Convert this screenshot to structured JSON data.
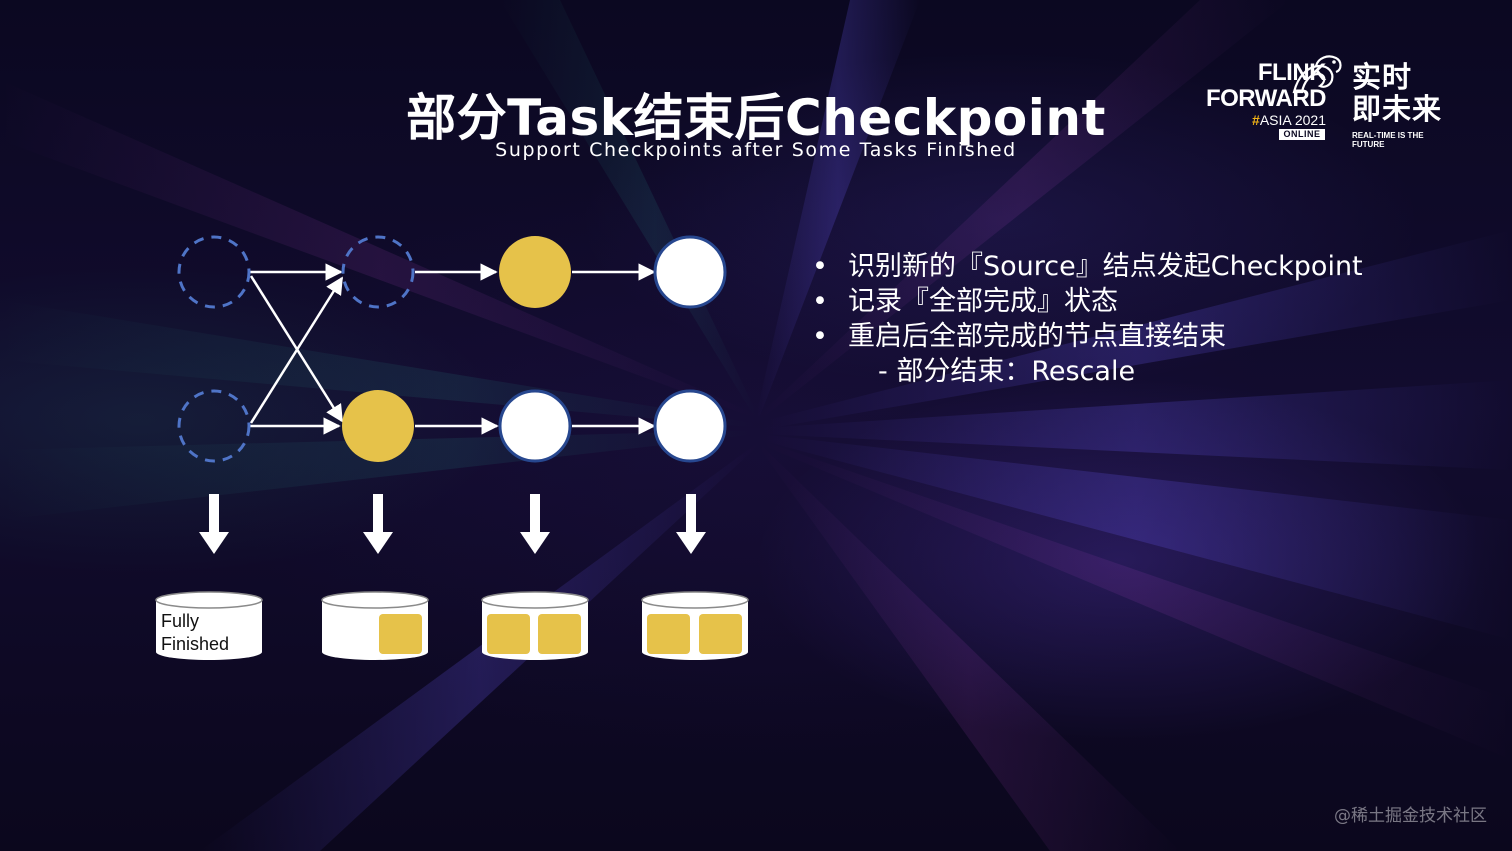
{
  "slide": {
    "title": "部分Task结束后Checkpoint",
    "subtitle": "Support Checkpoints after Some Tasks Finished"
  },
  "logo": {
    "line1": "FLINK",
    "line2": "FORWARD",
    "hash": "#",
    "edition": "ASIA 2021",
    "badge": "ONLINE",
    "cn_line1": "实时",
    "cn_line2": "即未来",
    "tagline": "REAL-TIME IS THE FUTURE"
  },
  "diagram": {
    "db_label_line1": "Fully",
    "db_label_line2": "Finished",
    "colors": {
      "finished_node": "#e6c24a",
      "running_node": "#ffffff",
      "node_border": "#27478f",
      "dashed_node": "#4f74c7",
      "state_block": "#e6c24a",
      "edge": "#ffffff"
    }
  },
  "bullets": [
    "识别新的『Source』结点发起Checkpoint",
    "记录『全部完成』状态",
    "重启后全部完成的节点直接结束"
  ],
  "bullet_symbol": "•",
  "sub_bullet": "- 部分结束：Rescale",
  "watermark": "@稀土掘金技术社区"
}
